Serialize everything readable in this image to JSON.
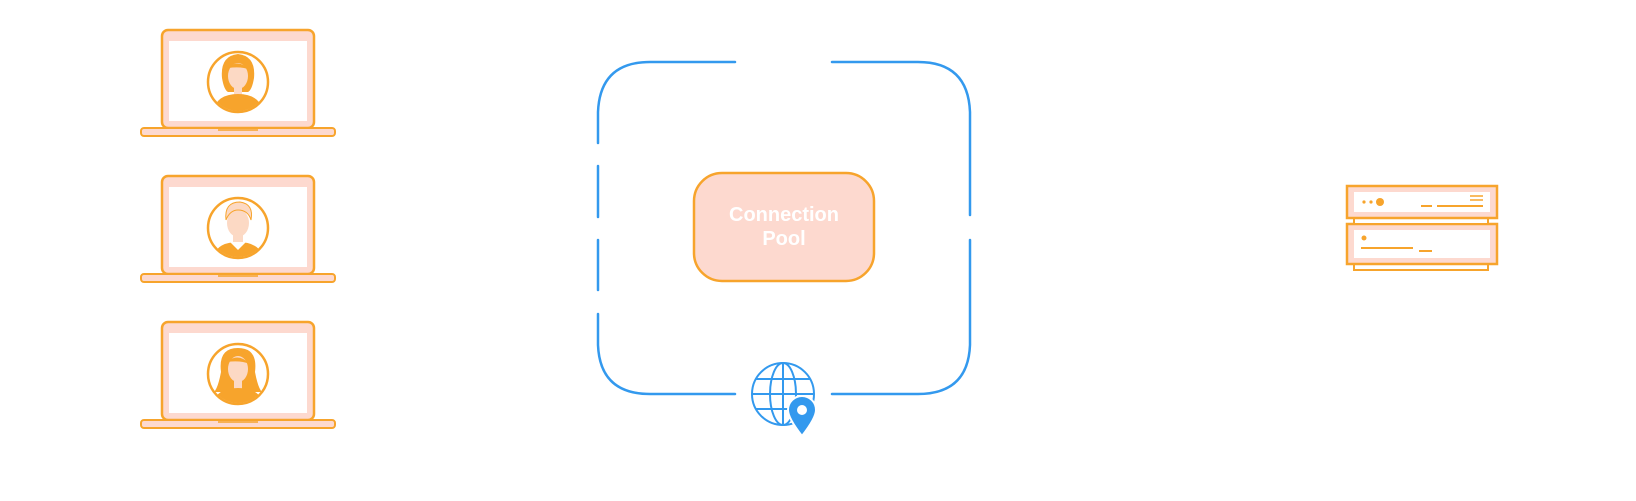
{
  "pool": {
    "label_line1": "Connection",
    "label_line2": "Pool"
  },
  "clients": [
    {
      "name": "client-woman-short-hair",
      "icon": "user-avatar-icon"
    },
    {
      "name": "client-man",
      "icon": "user-avatar-icon"
    },
    {
      "name": "client-woman-long-hair",
      "icon": "user-avatar-icon"
    }
  ],
  "server": {
    "icon": "database-server-icon"
  },
  "network": {
    "icon": "globe-location-icon"
  },
  "colors": {
    "orange": "#F7A42C",
    "peach": "#FDD9CF",
    "skin": "#FCD9C4",
    "blue": "#3399EE",
    "white": "#FFFFFF"
  }
}
